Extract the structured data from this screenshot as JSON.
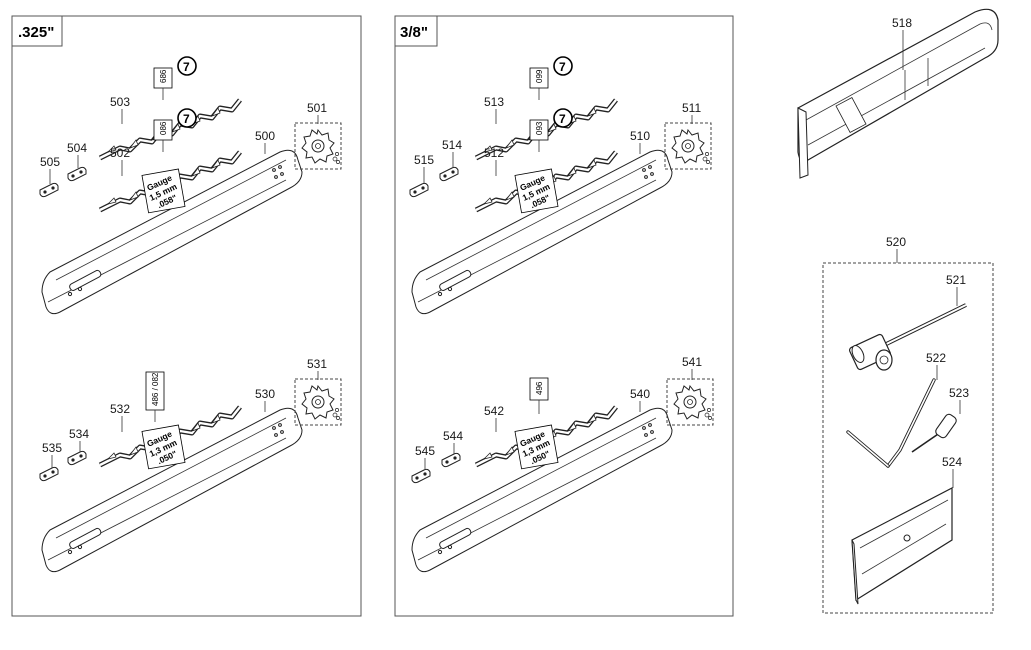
{
  "sections": {
    "left_title": ".325\"",
    "middle_title": "3/8\""
  },
  "gauges": {
    "g15_line1": "Gauge",
    "g15_line2": "1,5 mm",
    "g15_line3": ".058\"",
    "g13_line1": "Gauge",
    "g13_line2": "1,3 mm",
    "g13_line3": ".050\""
  },
  "chain_codes": {
    "c686": "686",
    "c086": "086",
    "c486_082": "486 / 082",
    "c099": "099",
    "c093": "093",
    "c496": "496"
  },
  "badges": {
    "seven": "7"
  },
  "labels": {
    "p500": "500",
    "p501": "501",
    "p502": "502",
    "p503": "503",
    "p504": "504",
    "p505": "505",
    "p510": "510",
    "p511": "511",
    "p512": "512",
    "p513": "513",
    "p514": "514",
    "p515": "515",
    "p518": "518",
    "p520": "520",
    "p521": "521",
    "p522": "522",
    "p523": "523",
    "p524": "524",
    "p530": "530",
    "p531": "531",
    "p532": "532",
    "p534": "534",
    "p535": "535",
    "p540": "540",
    "p541": "541",
    "p542": "542",
    "p544": "544",
    "p545": "545"
  }
}
